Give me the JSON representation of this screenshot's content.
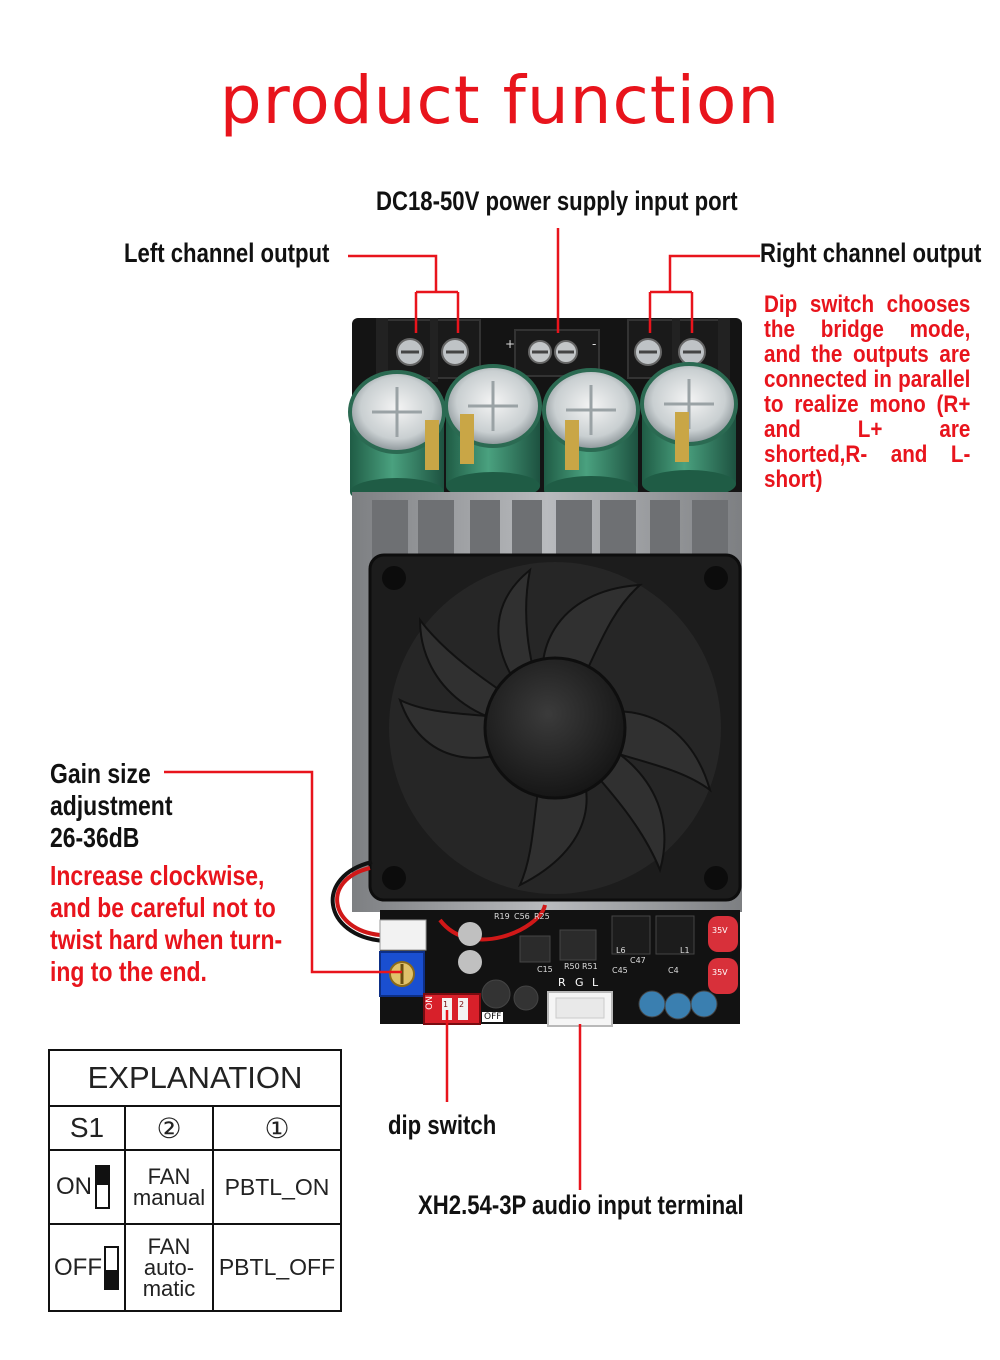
{
  "title": "product function",
  "labels": {
    "power": "DC18-50V power supply input port",
    "left_channel": "Left channel output",
    "right_channel": "Right channel output",
    "bridge_note": "Dip switch chooses the bridge mode, and the outputs are connected in parallel to realize mono (R+ and L+ are shorted,R- and L- short)",
    "gain_lines": [
      "Gain size",
      "adjustment",
      "26-36dB"
    ],
    "gain_note_lines": [
      "Increase clockwise,",
      "and be careful not to",
      "twist hard when turn-",
      "ing to the end."
    ],
    "dip_switch": "dip switch",
    "audio_input": "XH2.54-3P audio input terminal"
  },
  "table": {
    "title": "EXPLANATION",
    "headers": [
      "S1",
      "②",
      "①"
    ],
    "rows": [
      {
        "state": "ON",
        "col2_lines": [
          "FAN",
          "manual"
        ],
        "col1": "PBTL_ON"
      },
      {
        "state": "OFF",
        "col2_lines": [
          "FAN",
          "auto-",
          "matic"
        ],
        "col1": "PBTL_OFF"
      }
    ]
  },
  "board_marks": {
    "dip_on": "ON",
    "dip_off": "OFF",
    "dip_nums": [
      "1",
      "2"
    ],
    "terminal_pins": [
      "R",
      "G",
      "L"
    ],
    "silkscreen": [
      "R19",
      "C56",
      "R25",
      "R50",
      "R51",
      "C15",
      "C47",
      "C45",
      "L6",
      "L1",
      "C4"
    ],
    "cap_labels": [
      "35V",
      "35V"
    ]
  },
  "colors": {
    "title_red": "#e8141c",
    "board_black": "#121212",
    "capacitor_green": "#3a8a6e",
    "capacitor_gold": "#c9a646"
  }
}
